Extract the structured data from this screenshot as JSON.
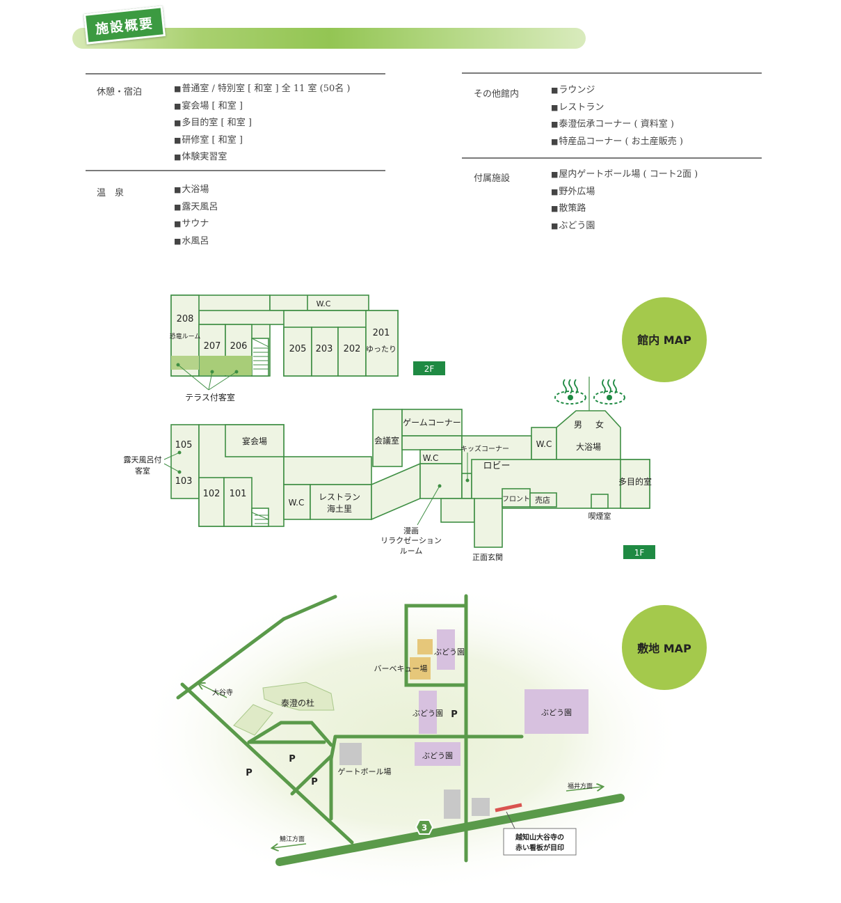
{
  "header": {
    "title": "施設概要"
  },
  "overview": {
    "rest": {
      "category": "休憩・宿泊",
      "items": [
        "普通室 / 特別室 [ 和室 ] 全 11 室 (50名 )",
        "宴会場 [ 和室 ]",
        "多目的室 [ 和室 ]",
        "研修室 [ 和室 ]",
        "体験実習室"
      ]
    },
    "spa": {
      "category": "温　泉",
      "items": [
        "大浴場",
        "露天風呂",
        "サウナ",
        "水風呂"
      ]
    },
    "other": {
      "category": "その他館内",
      "items": [
        "ラウンジ",
        "レストラン",
        "泰澄伝承コーナー ( 資料室 )",
        "特産品コーナー ( お土産販売 )"
      ]
    },
    "annex": {
      "category": "付属施設",
      "items": [
        "屋内ゲートボール場 ( コート2面 )",
        "野外広場",
        "散策路",
        "ぶどう園"
      ]
    }
  },
  "floor_map": {
    "badge": "館内 MAP",
    "floor2": {
      "tag": "2F",
      "rooms": {
        "r208": "208",
        "dino": "恐竜ルーム",
        "r207": "207",
        "r206": "206",
        "r205": "205",
        "r203": "203",
        "r202": "202",
        "r201": "201",
        "yuttari": "ゆったり",
        "wc": "W.C"
      },
      "terrace_note": "テラス付客室"
    },
    "floor1": {
      "tag": "1F",
      "rooms": {
        "r105": "105",
        "r103": "103",
        "r102": "102",
        "r101": "101",
        "banquet": "宴会場",
        "wc_rest": "W.C",
        "restaurant1": "レストラン",
        "restaurant2": "海土里",
        "meeting": "会議室",
        "game": "ゲームコーナー",
        "wc_mid": "W.C",
        "kids": "キッズコーナー",
        "lobby": "ロビー",
        "wc_bath": "W.C",
        "men": "男",
        "women": "女",
        "bath": "大浴場",
        "multi": "多目的室",
        "front": "フロント",
        "shop": "売店",
        "smoking": "喫煙室",
        "entrance": "正面玄関"
      },
      "open_air_note": [
        "露天風呂付",
        "客室"
      ],
      "manga_note": [
        "漫画",
        "リラクゼーション",
        "ルーム"
      ]
    }
  },
  "site_map": {
    "badge": "敷地 MAP",
    "labels": {
      "taichoji": "大谷寺",
      "forest": "泰澄の杜",
      "bbq": "バーベキュー場",
      "grape1": "ぶどう園",
      "grape2": "ぶどう園",
      "grape3": "ぶどう園",
      "grape4": "ぶどう園",
      "gateball": "ゲートボール場",
      "fukui": "福井方面",
      "sabae": "鯖江方面",
      "route": "3",
      "sign1": "越知山大谷寺の",
      "sign2": "赤い看板が目印",
      "p1": "P",
      "p2": "P",
      "p3": "P",
      "p4": "P"
    },
    "colors": {
      "road": "#5a9a4a",
      "grape": "#d7c1df",
      "bbq": "#e6c77a",
      "gate": "#c8c8c8",
      "sign": "#d9534f"
    }
  }
}
